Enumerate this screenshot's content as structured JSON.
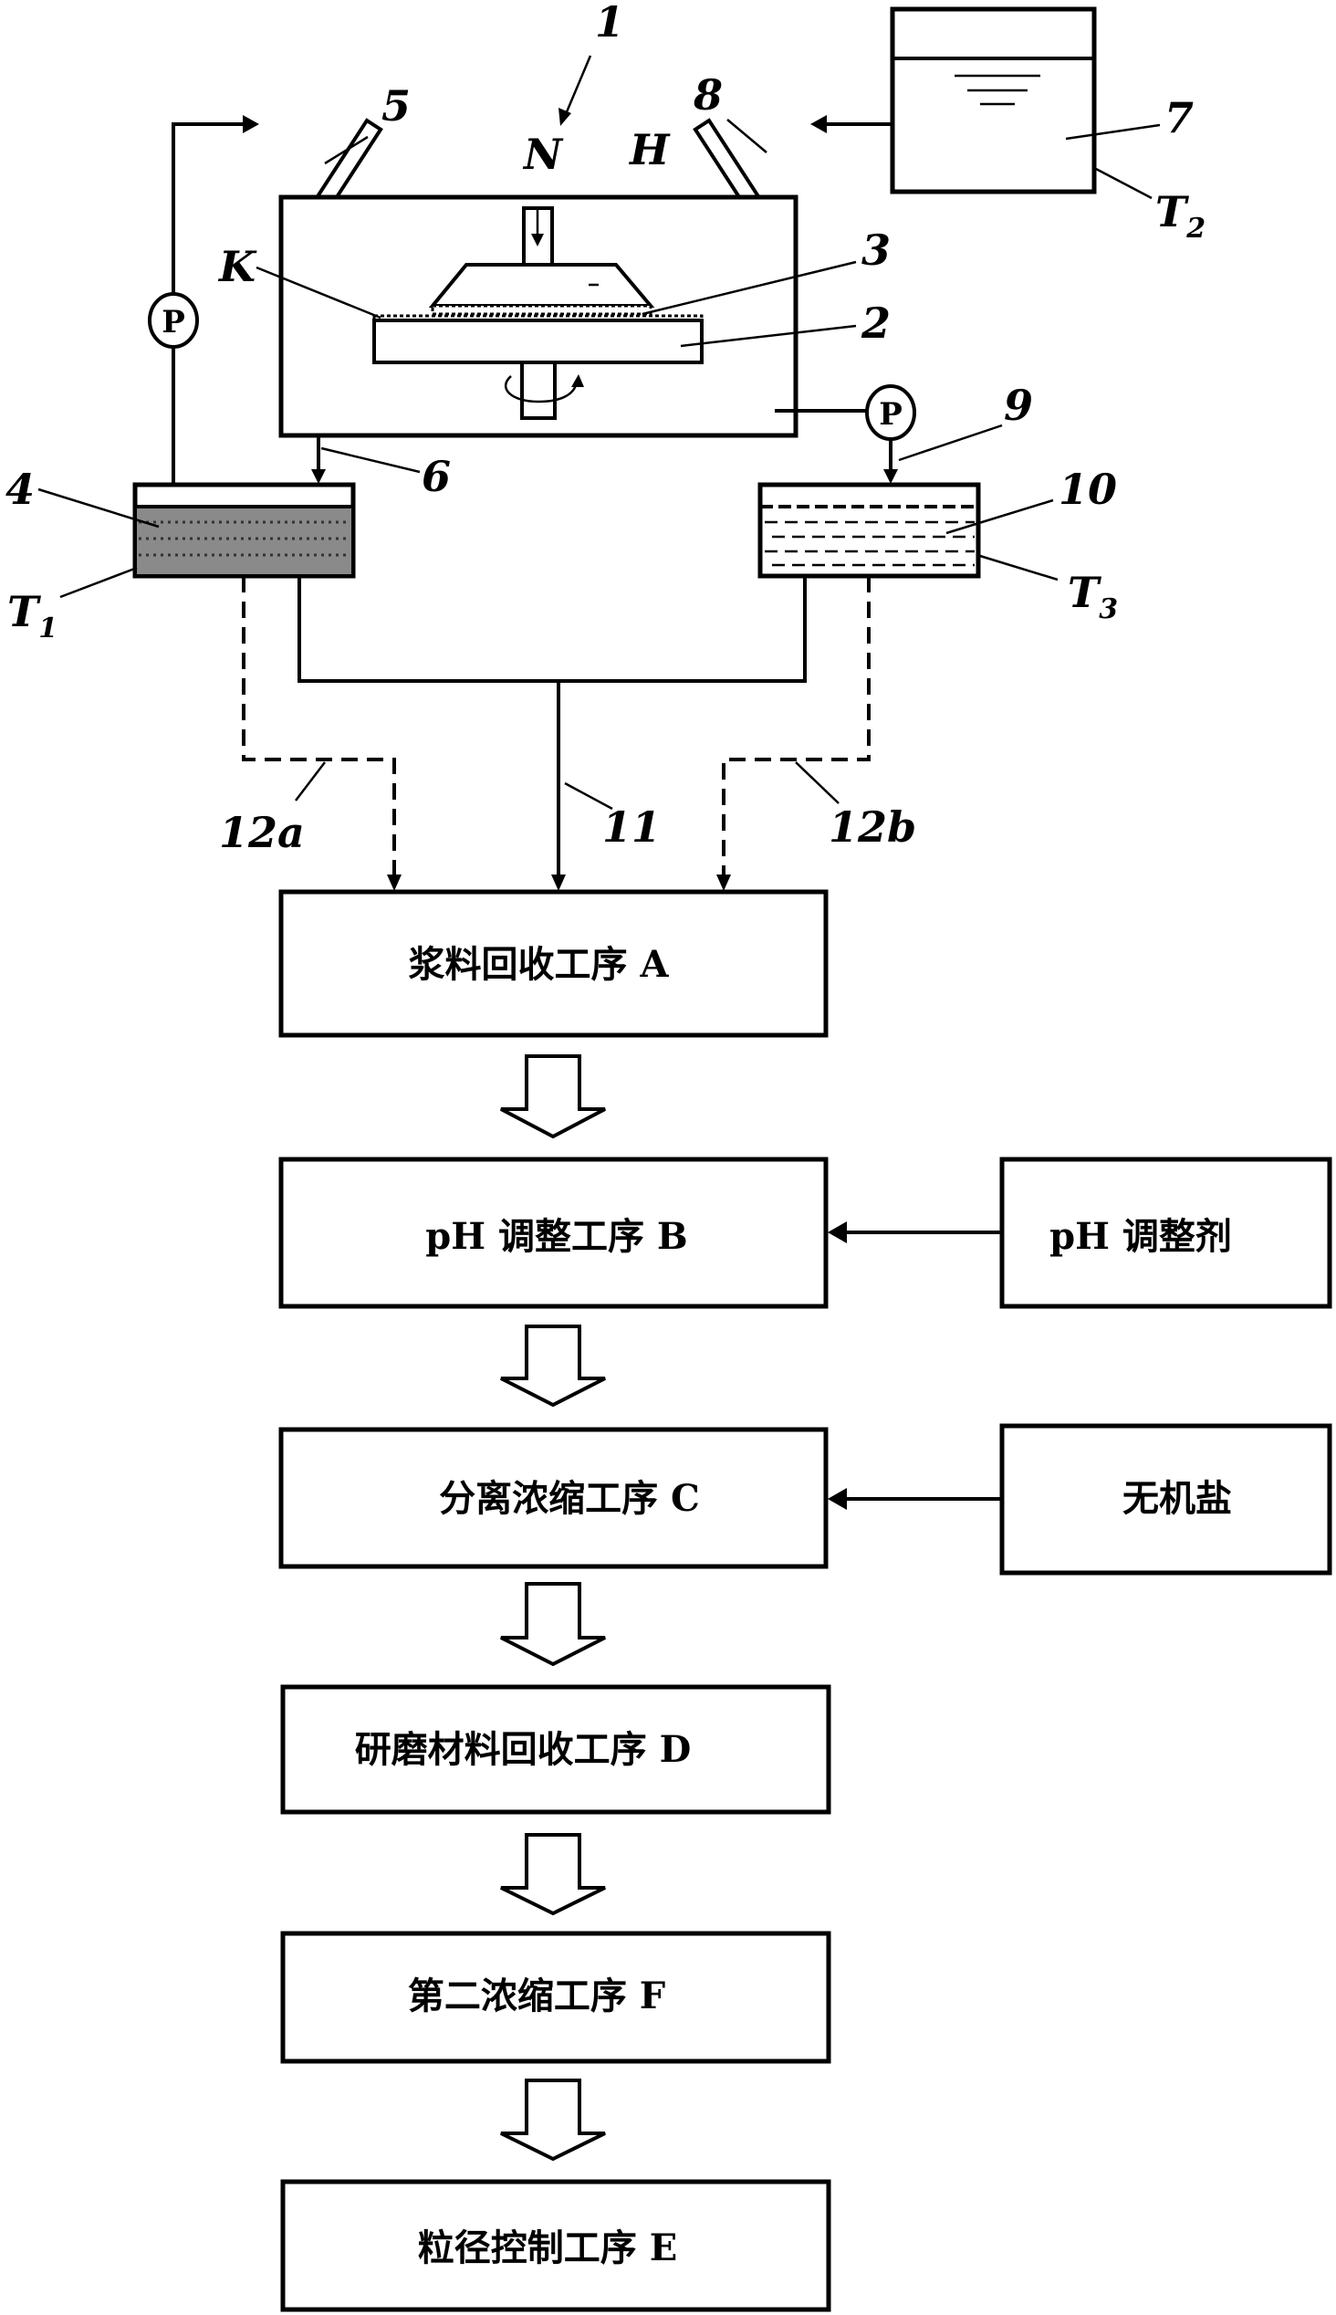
{
  "labels": {
    "apparatus": "1",
    "platen": "2",
    "pad": "3",
    "tank_recovery": "4",
    "nozzle_slurry": "5",
    "drain": "6",
    "tank_slurry": "7",
    "nozzle_water": "8",
    "drain_rinse": "9",
    "rinse_liquid": "10",
    "line_main": "11",
    "line_a": "12a",
    "line_b": "12b",
    "N": "N",
    "H": "H",
    "K": "K",
    "T": "T",
    "t1_sub": "1",
    "t2_sub": "2",
    "t3_sub": "3",
    "pump": "P"
  },
  "steps": [
    {
      "id": "A",
      "label": "浆料回收工序 A"
    },
    {
      "id": "B",
      "label": "pH 调整工序 B"
    },
    {
      "id": "C",
      "label": "分离浓缩工序 C"
    },
    {
      "id": "D",
      "label": "研磨材料回收工序 D"
    },
    {
      "id": "F",
      "label": "第二浓缩工序 F"
    },
    {
      "id": "E",
      "label": "粒径控制工序 E"
    }
  ],
  "inputs": [
    {
      "label": "pH 调整剂",
      "target": "B"
    },
    {
      "label": "无机盐",
      "target": "C"
    }
  ]
}
